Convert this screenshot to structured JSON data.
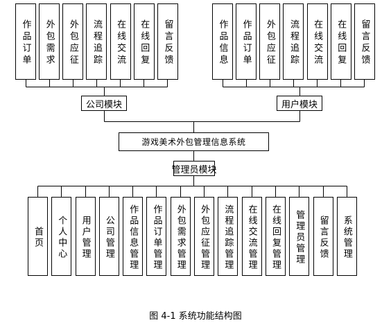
{
  "system": {
    "title": "游戏美术外包管理信息系统"
  },
  "company_module": {
    "label": "公司模块",
    "items": [
      "作品订单",
      "外包需求",
      "外包应征",
      "流程追踪",
      "在线交流",
      "在线回复",
      "留言反馈"
    ]
  },
  "user_module": {
    "label": "用户模块",
    "items": [
      "作品信息",
      "作品订单",
      "外包应征",
      "流程追踪",
      "在线交流",
      "在线回复",
      "留言反馈"
    ]
  },
  "admin_module": {
    "label": "管理员模块",
    "items": [
      "首页",
      "个人中心",
      "用户管理",
      "公司管理",
      "作品信息管理",
      "作品订单管理",
      "外包需求管理",
      "外包应征管理",
      "流程追踪管理",
      "在线交流管理",
      "在线回复管理",
      "管理员管理",
      "留言反馈",
      "系统管理"
    ]
  },
  "caption": "图 4-1 系统功能结构图"
}
